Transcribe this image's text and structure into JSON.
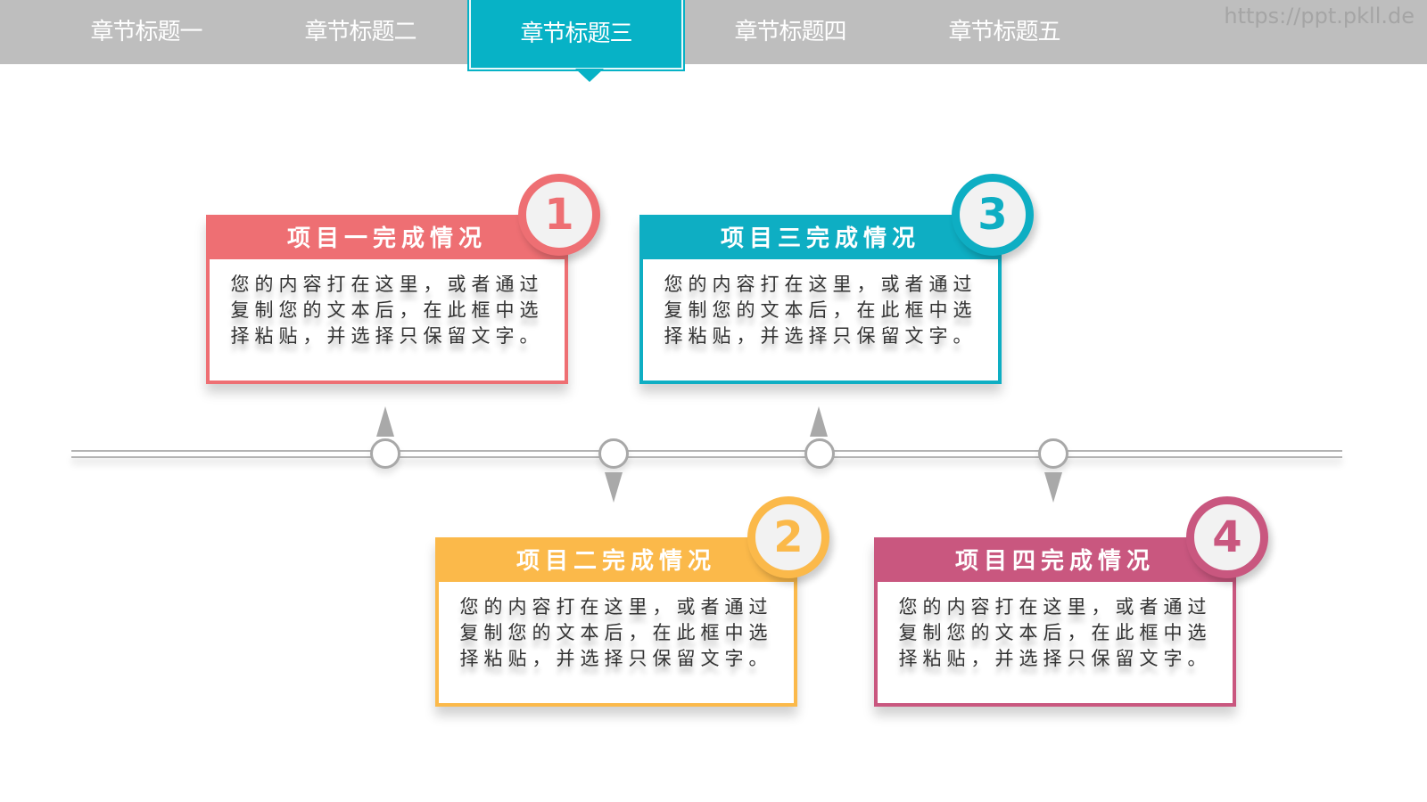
{
  "nav": {
    "items": [
      {
        "label": "章节标题一",
        "active": false
      },
      {
        "label": "章节标题二",
        "active": false
      },
      {
        "label": "章节标题三",
        "active": true
      },
      {
        "label": "章节标题四",
        "active": false
      },
      {
        "label": "章节标题五",
        "active": false
      }
    ],
    "watermark": "https://ppt.pkll.de",
    "active_color": "#07b2c6",
    "bar_color": "#bebebe"
  },
  "cards": [
    {
      "number": "1",
      "title": "项目一完成情况",
      "body": "您的内容打在这里，或者通过复制您的文本后，在此框中选择粘贴，并选择只保留文字。",
      "color": "#ee6f73"
    },
    {
      "number": "2",
      "title": "项目二完成情况",
      "body": "您的内容打在这里，或者通过复制您的文本后，在此框中选择粘贴，并选择只保留文字。",
      "color": "#fbb94a"
    },
    {
      "number": "3",
      "title": "项目三完成情况",
      "body": "您的内容打在这里，或者通过复制您的文本后，在此框中选择粘贴，并选择只保留文字。",
      "color": "#0eaec3"
    },
    {
      "number": "4",
      "title": "项目四完成情况",
      "body": "您的内容打在这里，或者通过复制您的文本后，在此框中选择粘贴，并选择只保留文字。",
      "color": "#c9577f"
    }
  ]
}
